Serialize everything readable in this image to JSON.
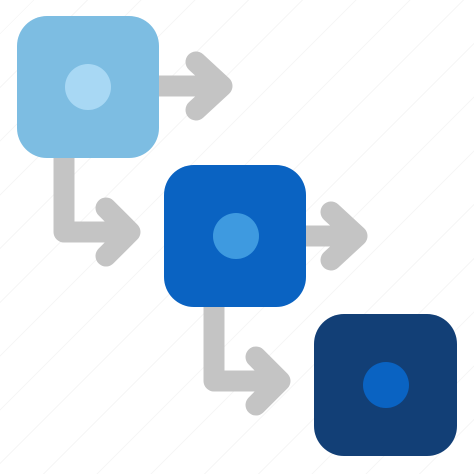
{
  "icon": {
    "semantic": "workflow-steps-icon",
    "nodes": [
      {
        "id": "step-1",
        "fill": "#7dbde2",
        "dot": "#a8d8f4"
      },
      {
        "id": "step-2",
        "fill": "#0a63c2",
        "dot": "#3e9ae0"
      },
      {
        "id": "step-3",
        "fill": "#123f76",
        "dot": "#0a63c2"
      }
    ],
    "connector_color": "#c4c4c4",
    "background": "#ffffff"
  }
}
